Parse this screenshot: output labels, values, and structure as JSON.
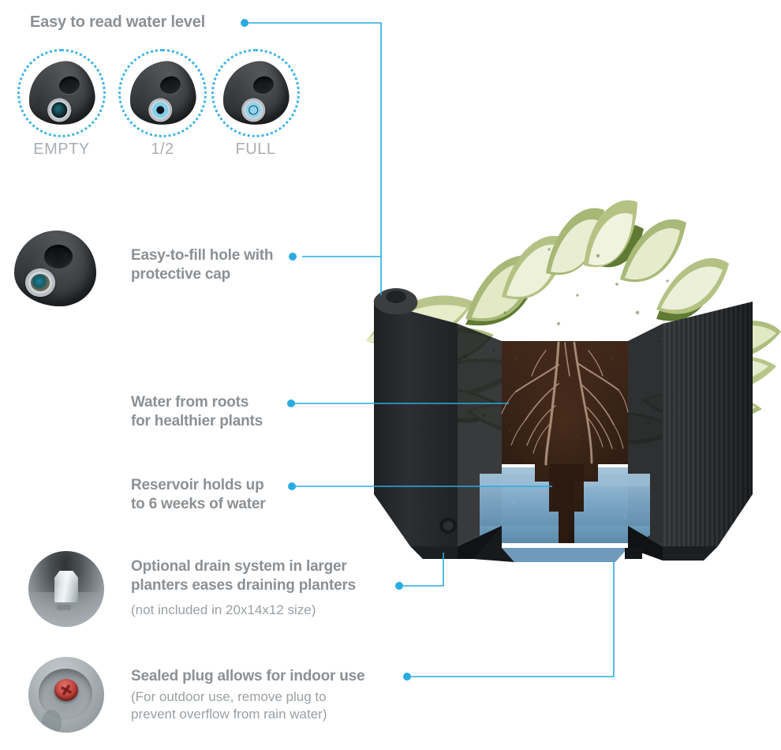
{
  "meta": {
    "accent": "#29ABE2",
    "heading_color": "#8b9094",
    "sub_color": "#9aa0a4",
    "label_color": "#a9aeb2"
  },
  "water_level": {
    "heading": "Easy to read water level",
    "gauges": [
      {
        "label": "EMPTY",
        "state": "empty"
      },
      {
        "label": "1/2",
        "state": "half"
      },
      {
        "label": "FULL",
        "state": "full"
      }
    ]
  },
  "features": [
    {
      "id": "fill-hole",
      "heading": "Easy-to-fill hole with\nprotective cap",
      "sub": ""
    },
    {
      "id": "water-from-roots",
      "heading": "Water from roots\nfor healthier  plants",
      "sub": ""
    },
    {
      "id": "reservoir",
      "heading": "Reservoir holds up\nto 6 weeks of water",
      "sub": ""
    },
    {
      "id": "drain-system",
      "heading": "Optional drain system in larger\nplanters eases draining planters",
      "sub": "(not included in 20x14x12 size)"
    },
    {
      "id": "sealed-plug",
      "heading": "Sealed plug allows for indoor use",
      "sub": "(For outdoor use, remove plug to\nprevent overflow from rain water)"
    }
  ],
  "icons": {
    "gauge": "water-level-gauge-icon",
    "fill_cap": "fill-cap-icon",
    "drain": "drain-bolt-icon",
    "plug": "sealed-plug-icon"
  },
  "product": {
    "name": "self-watering-planter-cutaway",
    "reservoir_color": "#7ca7c6",
    "body_color": "#2b2e31",
    "soil_color": "#3a241a"
  }
}
